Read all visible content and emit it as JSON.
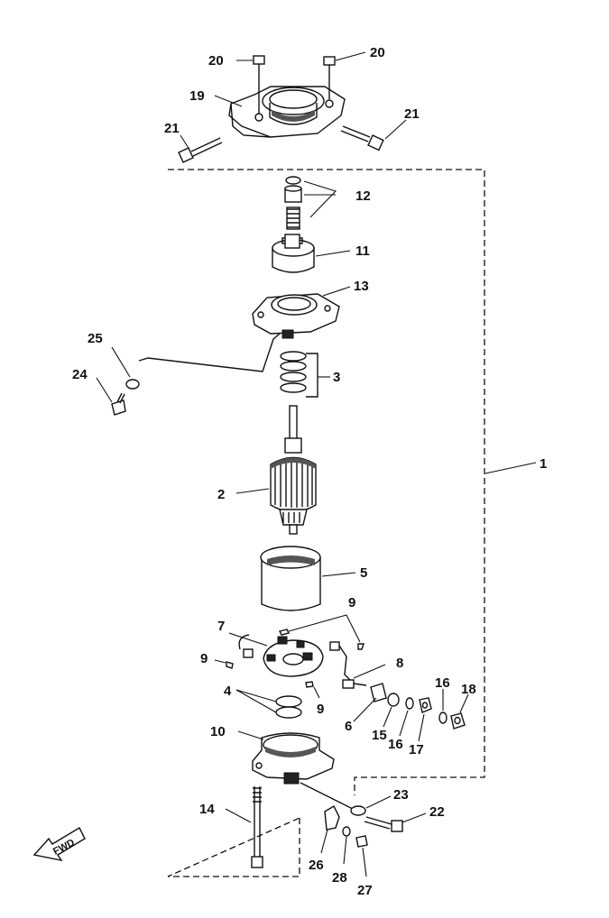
{
  "diagram": {
    "fwd_label": "FWD",
    "labels": {
      "l1": "1",
      "l2": "2",
      "l3": "3",
      "l4": "4",
      "l5": "5",
      "l6": "6",
      "l7": "7",
      "l8": "8",
      "l9a": "9",
      "l9b": "9",
      "l9c": "9",
      "l10": "10",
      "l11": "11",
      "l12": "12",
      "l13": "13",
      "l14": "14",
      "l15": "15",
      "l16a": "16",
      "l16b": "16",
      "l17": "17",
      "l18": "18",
      "l19": "19",
      "l20a": "20",
      "l20b": "20",
      "l21a": "21",
      "l21b": "21",
      "l22": "22",
      "l23": "23",
      "l24": "24",
      "l25": "25",
      "l26": "26",
      "l27": "27",
      "l28": "28"
    }
  }
}
